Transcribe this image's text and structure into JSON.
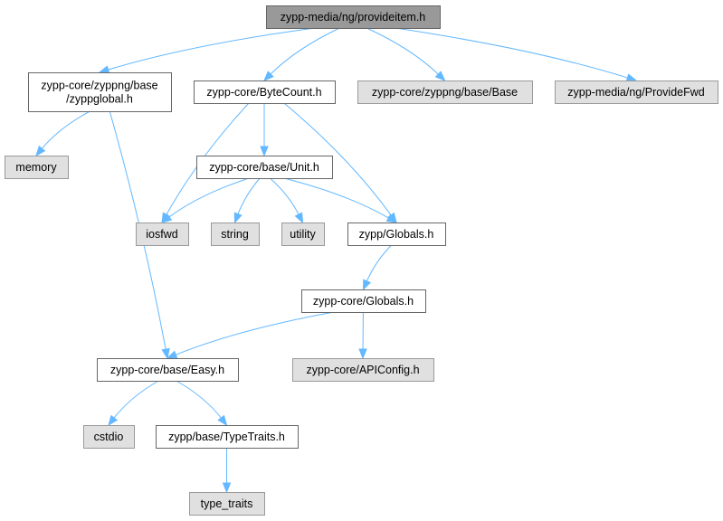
{
  "diagram": {
    "colors": {
      "root_fill": "#999999",
      "file_fill": "#ffffff",
      "external_fill": "#e0e0e0",
      "edge": "#63b8ff"
    },
    "nodes": {
      "provideitem": {
        "lines": [
          "zypp-media/ng/provideitem.h"
        ],
        "kind": "root"
      },
      "zyppglobal": {
        "lines": [
          "zypp-core/zyppng/base",
          "/zyppglobal.h"
        ],
        "kind": "file"
      },
      "bytecount": {
        "lines": [
          "zypp-core/ByteCount.h"
        ],
        "kind": "file"
      },
      "base": {
        "lines": [
          "zypp-core/zyppng/base/Base"
        ],
        "kind": "external"
      },
      "providefwd": {
        "lines": [
          "zypp-media/ng/ProvideFwd"
        ],
        "kind": "external"
      },
      "memory": {
        "lines": [
          "memory"
        ],
        "kind": "external"
      },
      "unit": {
        "lines": [
          "zypp-core/base/Unit.h"
        ],
        "kind": "file"
      },
      "iosfwd": {
        "lines": [
          "iosfwd"
        ],
        "kind": "external"
      },
      "string": {
        "lines": [
          "string"
        ],
        "kind": "external"
      },
      "utility": {
        "lines": [
          "utility"
        ],
        "kind": "external"
      },
      "zyppglobals": {
        "lines": [
          "zypp/Globals.h"
        ],
        "kind": "file"
      },
      "coreglobals": {
        "lines": [
          "zypp-core/Globals.h"
        ],
        "kind": "file"
      },
      "easy": {
        "lines": [
          "zypp-core/base/Easy.h"
        ],
        "kind": "file"
      },
      "apiconfig": {
        "lines": [
          "zypp-core/APIConfig.h"
        ],
        "kind": "external"
      },
      "cstdio": {
        "lines": [
          "cstdio"
        ],
        "kind": "external"
      },
      "typetraits": {
        "lines": [
          "zypp/base/TypeTraits.h"
        ],
        "kind": "file"
      },
      "type_traits": {
        "lines": [
          "type_traits"
        ],
        "kind": "external"
      }
    },
    "edges": [
      [
        "provideitem",
        "zyppglobal"
      ],
      [
        "provideitem",
        "bytecount"
      ],
      [
        "provideitem",
        "base"
      ],
      [
        "provideitem",
        "providefwd"
      ],
      [
        "zyppglobal",
        "memory"
      ],
      [
        "zyppglobal",
        "easy"
      ],
      [
        "bytecount",
        "iosfwd"
      ],
      [
        "bytecount",
        "unit"
      ],
      [
        "bytecount",
        "zyppglobals"
      ],
      [
        "unit",
        "iosfwd"
      ],
      [
        "unit",
        "string"
      ],
      [
        "unit",
        "utility"
      ],
      [
        "unit",
        "zyppglobals"
      ],
      [
        "zyppglobals",
        "coreglobals"
      ],
      [
        "coreglobals",
        "easy"
      ],
      [
        "coreglobals",
        "apiconfig"
      ],
      [
        "easy",
        "cstdio"
      ],
      [
        "easy",
        "typetraits"
      ],
      [
        "typetraits",
        "type_traits"
      ]
    ]
  }
}
